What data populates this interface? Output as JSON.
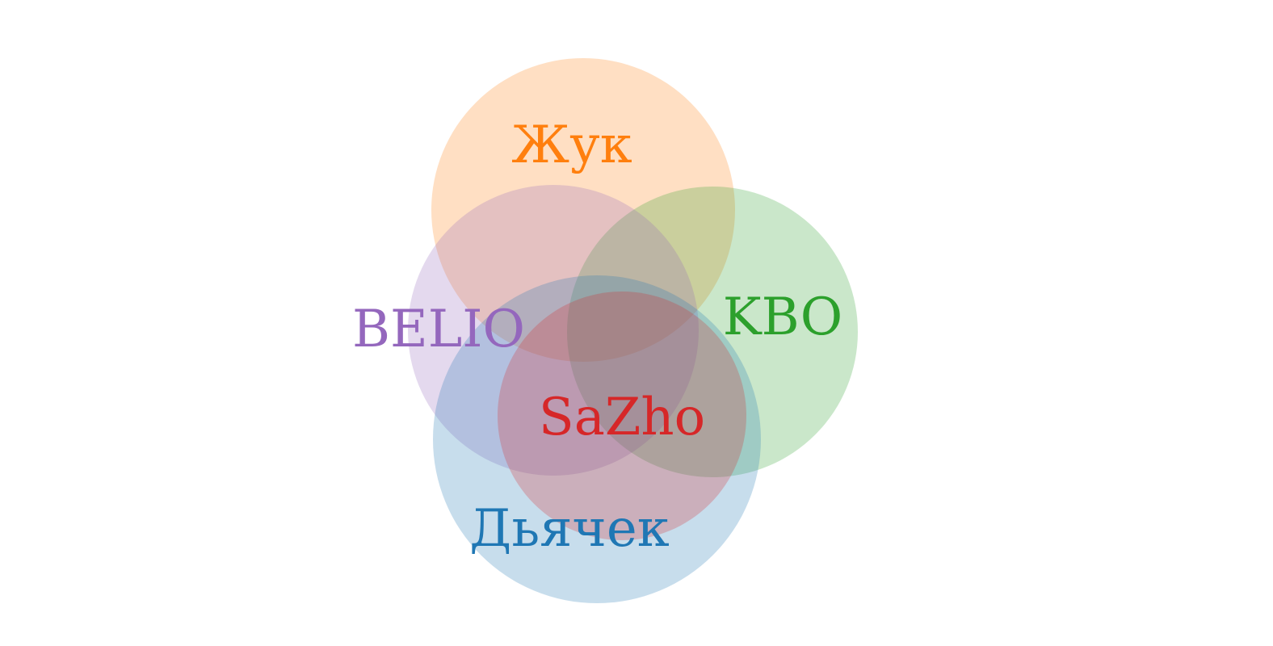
{
  "diagram": {
    "type": "venn",
    "sets": [
      {
        "id": "zhuk",
        "label": "Жук",
        "color": "#ff7f0e"
      },
      {
        "id": "kvo",
        "label": "KBO",
        "color": "#2ca02c"
      },
      {
        "id": "belio",
        "label": "BELIO",
        "color": "#9467bd"
      },
      {
        "id": "dyachek",
        "label": "Дьячек",
        "color": "#1f77b4"
      },
      {
        "id": "sazho",
        "label": "SaZho",
        "color": "#d62728"
      }
    ],
    "fill_opacity": 0.25
  }
}
